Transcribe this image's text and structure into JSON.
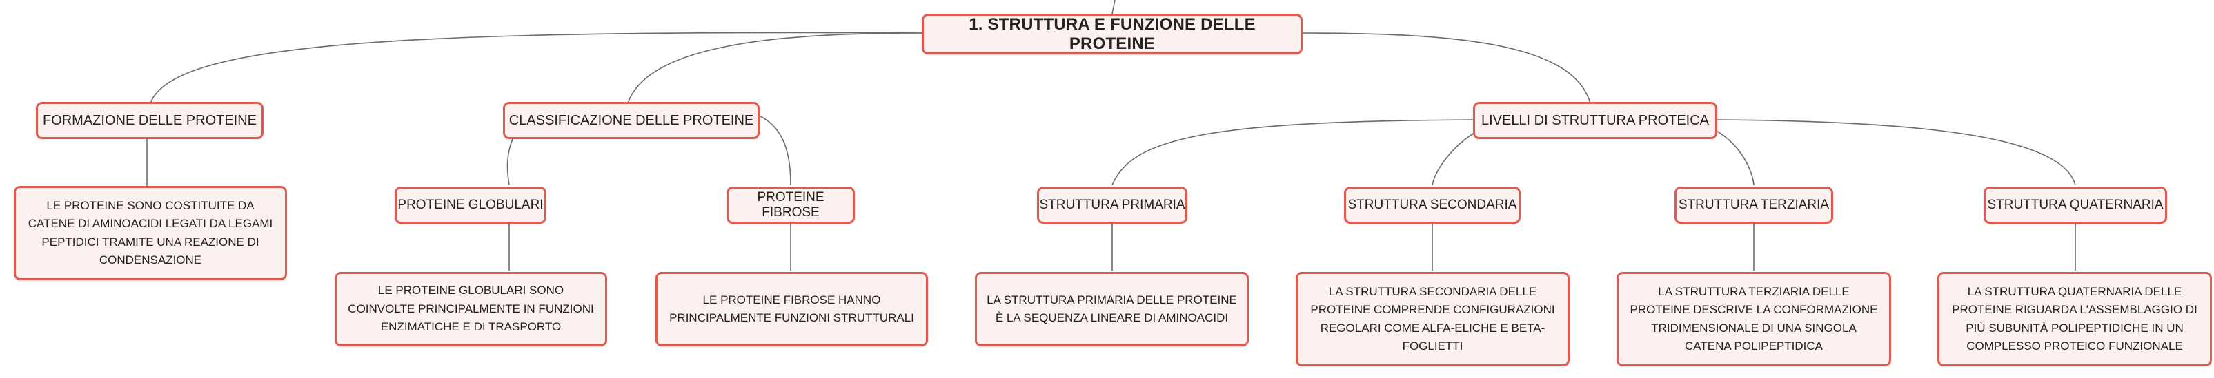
{
  "root": {
    "label": "1. STRUTTURA E FUNZIONE DELLE PROTEINE"
  },
  "formazione": {
    "label": "FORMAZIONE DELLE PROTEINE",
    "note": "LE PROTEINE SONO COSTITUITE DA CATENE DI AMINOACIDI LEGATI DA LEGAMI PEPTIDICI TRAMITE UNA REAZIONE DI CONDENSAZIONE"
  },
  "classificazione": {
    "label": "CLASSIFICAZIONE DELLE PROTEINE",
    "globulari": {
      "label": "PROTEINE GLOBULARI",
      "note": "LE PROTEINE GLOBULARI SONO COINVOLTE PRINCIPALMENTE IN FUNZIONI ENZIMATICHE E DI TRASPORTO"
    },
    "fibrose": {
      "label": "PROTEINE FIBROSE",
      "note": "LE PROTEINE FIBROSE HANNO PRINCIPALMENTE FUNZIONI STRUTTURALI"
    }
  },
  "livelli": {
    "label": "LIVELLI DI STRUTTURA PROTEICA",
    "primaria": {
      "label": "STRUTTURA PRIMARIA",
      "note": "LA STRUTTURA PRIMARIA DELLE PROTEINE È LA SEQUENZA LINEARE DI AMINOACIDI"
    },
    "secondaria": {
      "label": "STRUTTURA SECONDARIA",
      "note": "LA STRUTTURA SECONDARIA DELLE PROTEINE COMPRENDE CONFIGURAZIONI REGOLARI COME ALFA-ELICHE E BETA-FOGLIETTI"
    },
    "terziaria": {
      "label": "STRUTTURA TERZIARIA",
      "note": "LA STRUTTURA TERZIARIA DELLE PROTEINE DESCRIVE LA CONFORMAZIONE TRIDIMENSIONALE DI UNA SINGOLA CATENA POLIPEPTIDICA"
    },
    "quaternaria": {
      "label": "STRUTTURA QUATERNARIA",
      "note": "LA STRUTTURA QUATERNARIA DELLE PROTEINE RIGUARDA L'ASSEMBLAGGIO DI PIÙ SUBUNITÀ POLIPEPTIDICHE IN UN COMPLESSO PROTEICO FUNZIONALE"
    }
  }
}
